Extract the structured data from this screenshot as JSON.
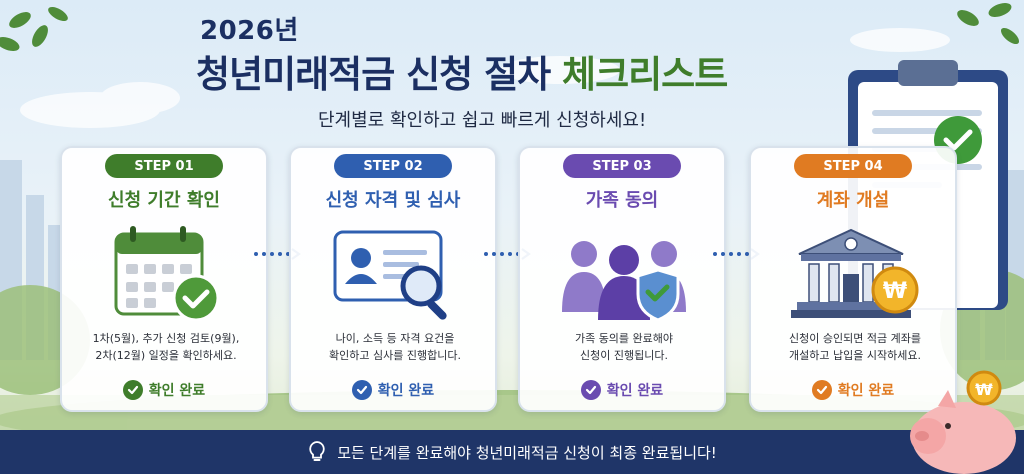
{
  "header": {
    "year": "2026년",
    "title_main": "청년미래적금 신청 절차 ",
    "title_accent": "체크리스트",
    "subtitle": "단계별로 확인하고 쉽고 빠르게 신청하세요!"
  },
  "steps": [
    {
      "step": "STEP 01",
      "title": "신청 기간 확인",
      "desc": [
        "1차(5월), 추가 신청 검토(9월),",
        "2차(12월) 일정을 확인하세요."
      ],
      "status": "확인 완료",
      "color": "#3f7d2b",
      "icon": "calendar-check-icon"
    },
    {
      "step": "STEP 02",
      "title": "신청 자격 및 심사",
      "desc": [
        "나이, 소득 등 자격 요건을",
        "확인하고 심사를 진행합니다."
      ],
      "status": "확인 완료",
      "color": "#2f5fb0",
      "icon": "id-card-search-icon"
    },
    {
      "step": "STEP 03",
      "title": "가족 동의",
      "desc": [
        "가족 동의를 완료해야",
        "신청이 진행됩니다."
      ],
      "status": "확인 완료",
      "color": "#6a4bb0",
      "icon": "family-shield-icon"
    },
    {
      "step": "STEP 04",
      "title": "계좌 개설",
      "desc": [
        "신청이 승인되면 적금 계좌를",
        "개설하고 납입을 시작하세요."
      ],
      "status": "확인 완료",
      "color": "#e07b22",
      "icon": "bank-coin-icon"
    }
  ],
  "footer": {
    "text": "모든 단계를 완료해야 청년미래적금 신청이 최종 완료됩니다!",
    "icon": "lightbulb-icon"
  },
  "decor": {
    "coin_symbol": "₩"
  }
}
